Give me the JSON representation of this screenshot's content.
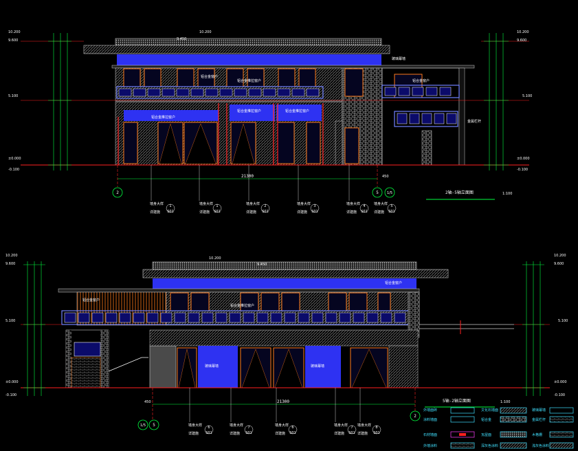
{
  "colors": {
    "background": "#000000",
    "axis_red": "#ff2020",
    "dim_green": "#00ff40",
    "glass_blue": "#2030ff",
    "hatch_white": "#c8c8c8",
    "frame_orange": "#ff7a1a",
    "label_white": "#ffffff",
    "accent_cyan": "#40e0ff",
    "magenta": "#ff40ff",
    "yellow": "#ffff40"
  },
  "top": {
    "title": "2轴-5轴立面图",
    "scale": "1:100",
    "overall_dim": "21300",
    "span_left": "450",
    "axis_left": "2",
    "axis_right": "5",
    "axis_right2": "1/5",
    "left_levels": {
      "roof": "10.200",
      "eave": "9.600",
      "floor2": "5.100",
      "ground": "±0.000",
      "outside": "-0.100"
    },
    "right_levels": {
      "roof": "10.200",
      "eave": "9.600",
      "floor2": "5.100",
      "ground": "±0.000",
      "outside": "-0.100"
    },
    "roof_level_mid": "10.200",
    "eave_level_mid": "9.450",
    "notes": [
      "铝合金窗户",
      "铝合金推拉窗户",
      "玻璃幕墙",
      "铝合金推拉窗户",
      "铝合金推拉窗户",
      "铝合金推拉窗户",
      "金属栏杆",
      "铝合金窗户"
    ],
    "callouts": [
      {
        "top": "墙身大样",
        "bot": "详建施",
        "num": "1",
        "sheet": "S01"
      },
      {
        "top": "墙身大样",
        "bot": "详建施",
        "num": "1",
        "sheet": "S01"
      },
      {
        "top": "墙身大样",
        "bot": "详建施",
        "num": "2",
        "sheet": "S01"
      },
      {
        "top": "墙身大样",
        "bot": "详建施",
        "num": "3",
        "sheet": "S01"
      },
      {
        "top": "墙身大样",
        "bot": "详建施",
        "num": "4",
        "sheet": "S01"
      },
      {
        "top": "墙身大样",
        "bot": "详建施",
        "num": "5",
        "sheet": "S01"
      }
    ]
  },
  "bottom": {
    "title": "5轴-2轴立面图",
    "scale": "1:100",
    "overall_dim": "21300",
    "span_left": "450",
    "axis_left": "1/5",
    "axis_left2": "5",
    "axis_right": "2",
    "left_levels": {
      "roof": "10.200",
      "eave": "9.600",
      "floor2": "5.100",
      "ground": "±0.000",
      "outside": "-0.100"
    },
    "right_levels": {
      "roof": "10.200",
      "eave": "9.600",
      "floor2": "5.100",
      "ground": "±0.000",
      "outside": "-0.100"
    },
    "roof_level_mid": "10.200",
    "eave_level_mid": "9.450",
    "notes": [
      "铝合金窗户",
      "铝合金推拉窗户",
      "铝合金窗户",
      "玻璃幕墙",
      "玻璃幕墙"
    ],
    "callouts": [
      {
        "top": "墙身大样",
        "bot": "详建施",
        "num": "6",
        "sheet": "S01"
      },
      {
        "top": "墙身大样",
        "bot": "详建施",
        "num": "7",
        "sheet": "S01"
      },
      {
        "top": "墙身大样",
        "bot": "详建施",
        "num": "6",
        "sheet": "S01"
      },
      {
        "top": "墙身大样",
        "bot": "详建施",
        "num": "7",
        "sheet": "S01"
      },
      {
        "top": "墙身大样",
        "bot": "详建施",
        "num": "8",
        "sheet": "S01"
      }
    ]
  },
  "legend": {
    "items": [
      "外墙面砖",
      "文化石墙面",
      "玻璃幕墙",
      "涂料墙面",
      "铝合金",
      "金属栏杆",
      "石材墙面",
      "瓦屋面",
      "木格栅",
      "外墙涂料",
      "深灰色涂料",
      "浅灰色涂料"
    ]
  }
}
